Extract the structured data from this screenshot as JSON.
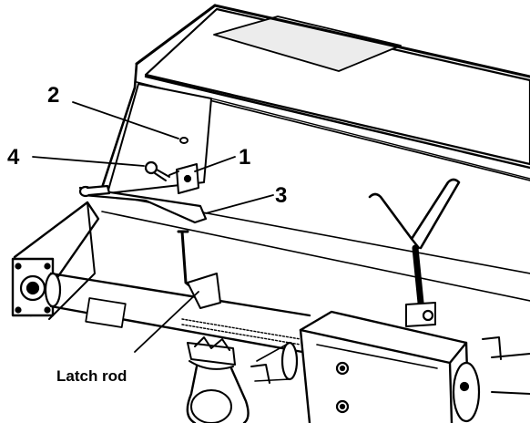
{
  "callouts": {
    "c1": "1",
    "c2": "2",
    "c3": "3",
    "c4": "4",
    "latch_rod": "Latch rod"
  },
  "colors": {
    "line": "#000000",
    "paper": "#ffffff",
    "shade": "#e6e6e6"
  }
}
